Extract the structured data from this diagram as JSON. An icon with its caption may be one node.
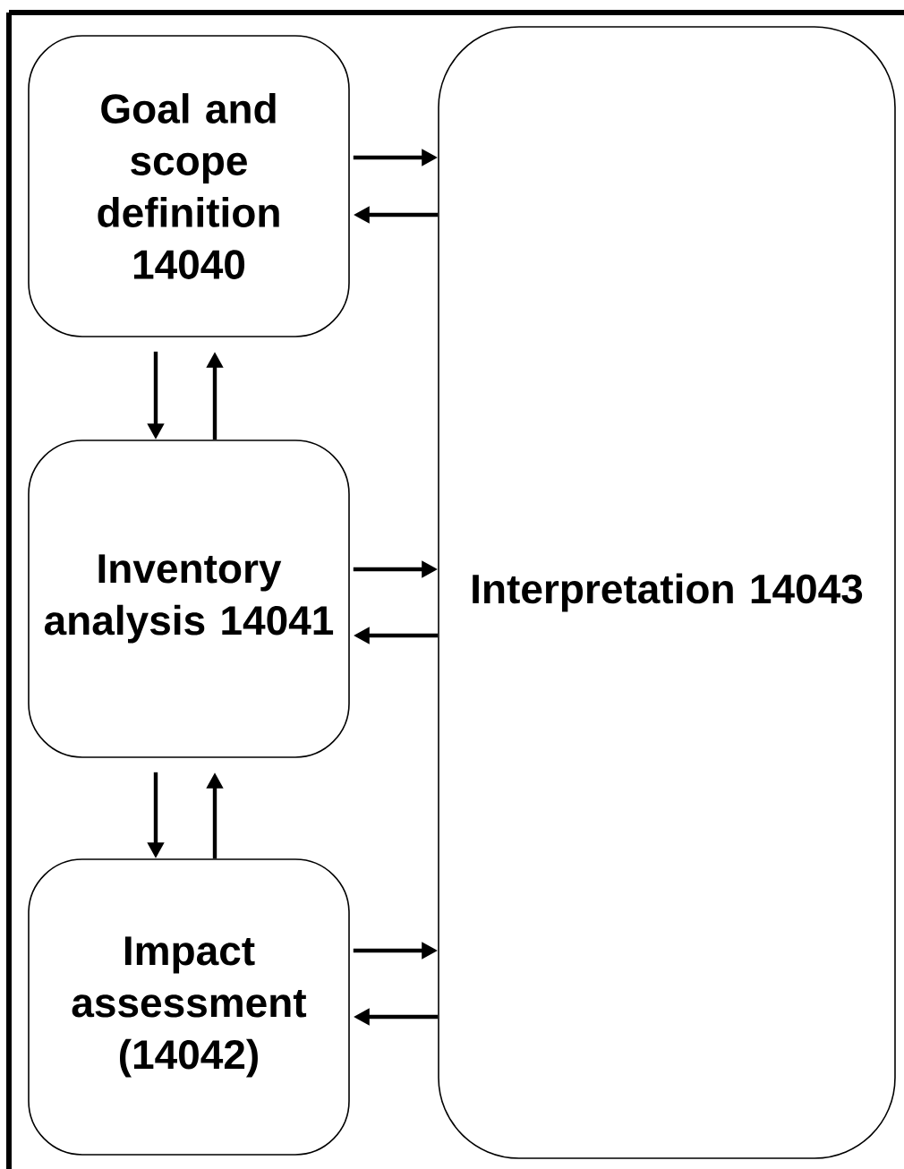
{
  "diagram": {
    "nodes": [
      {
        "text": [
          "Goal and scope definition 14040"
        ]
      },
      {
        "text": [
          "Inventory analysis 14041"
        ]
      },
      {
        "text": [
          "Impact assessment (14042)"
        ]
      },
      {
        "text": [
          "Interpretation 14043"
        ]
      }
    ],
    "edges": [
      {
        "from": 0,
        "to": 3,
        "arrow": "to"
      },
      {
        "from": 3,
        "to": 0,
        "arrow": "to"
      },
      {
        "from": 0,
        "to": 1,
        "arrow": "to"
      },
      {
        "from": 1,
        "to": 0,
        "arrow": "to"
      },
      {
        "from": 1,
        "to": 3,
        "arrow": "to"
      },
      {
        "from": 3,
        "to": 1,
        "arrow": "to"
      },
      {
        "from": 1,
        "to": 2,
        "arrow": "to"
      },
      {
        "from": 2,
        "to": 1,
        "arrow": "to"
      },
      {
        "from": 2,
        "to": 3,
        "arrow": "to"
      },
      {
        "from": 3,
        "to": 2,
        "arrow": "to"
      }
    ]
  }
}
